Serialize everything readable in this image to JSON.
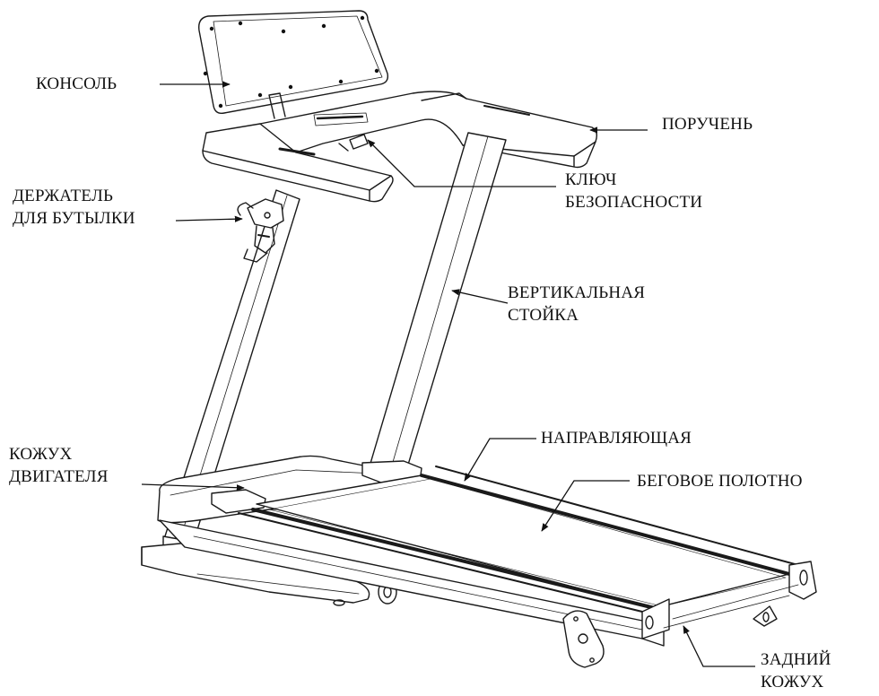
{
  "labels": {
    "console": [
      "КОНСОЛЬ"
    ],
    "handrail": [
      "ПОРУЧЕНЬ"
    ],
    "safety_key": [
      "КЛЮЧ",
      "БЕЗОПАСНОСТИ"
    ],
    "bottle_holder": [
      "ДЕРЖАТЕЛЬ",
      "ДЛЯ БУТЫЛКИ"
    ],
    "upright": [
      "ВЕРТИКАЛЬНАЯ",
      "СТОЙКА"
    ],
    "motor_cover": [
      "КОЖУХ",
      "ДВИГАТЕЛЯ"
    ],
    "side_rail": [
      "НАПРАВЛЯЮЩАЯ"
    ],
    "running_belt": [
      "БЕГОВОЕ ПОЛОТНО"
    ],
    "rear_cover": [
      "ЗАДНИЙ",
      "КОЖУХ"
    ]
  }
}
